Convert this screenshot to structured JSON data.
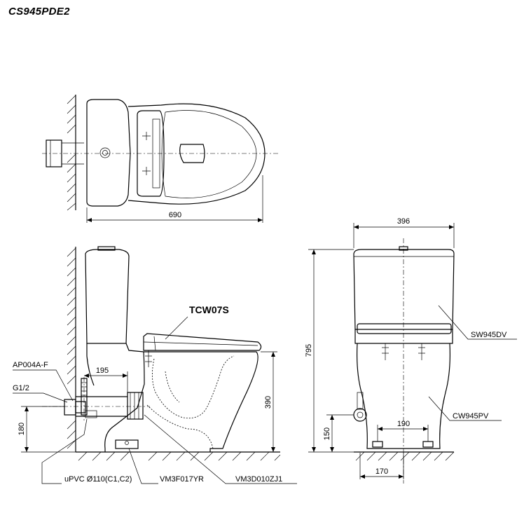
{
  "title": "CS945PDE2",
  "dimensions": {
    "top_length": "690",
    "width": "396",
    "height": "795",
    "side_height": "390",
    "wall_to_outlet": "195",
    "inlet_height": "180",
    "front_inlet_height": "150",
    "bolt_spacing": "190",
    "base_width": "170"
  },
  "parts": {
    "seat": "TCW07S",
    "tank": "SW945DV",
    "bowl": "CW945PV",
    "angle_valve": "AP004A-F",
    "thread": "G1/2",
    "pipe": "uPVC Ø110(C1,C2)",
    "fitting_1": "VM3F017YR",
    "fitting_2": "VM3D010ZJ1"
  }
}
